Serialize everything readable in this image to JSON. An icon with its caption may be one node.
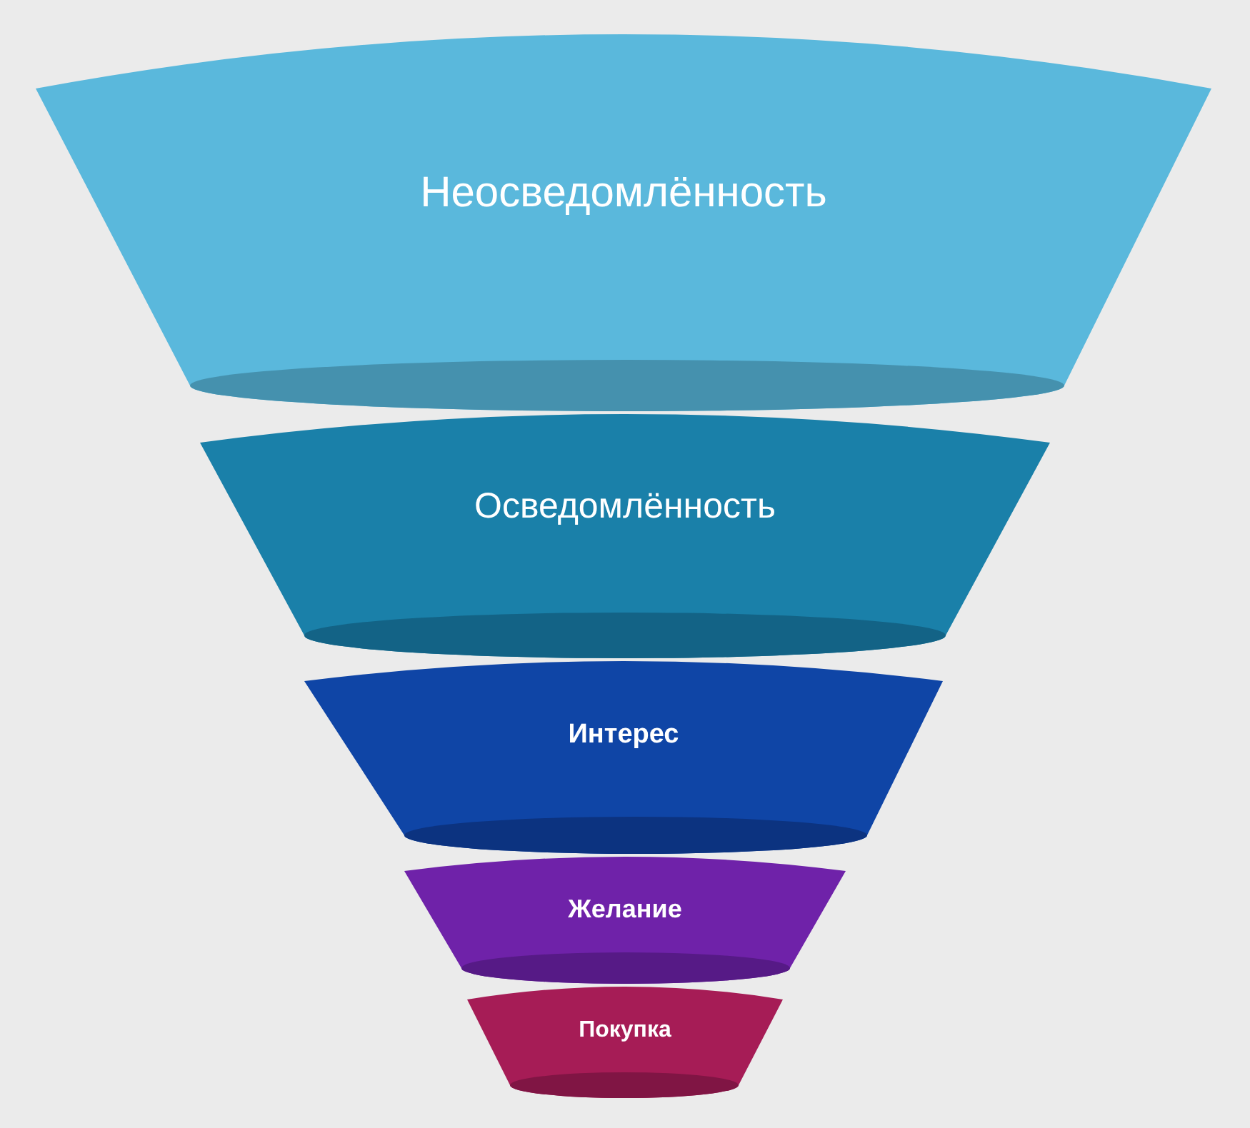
{
  "diagram": {
    "nodes": [
      {
        "text": [
          "Неосведомлённость"
        ]
      },
      {
        "text": [
          "Осведомлённость"
        ]
      },
      {
        "text": [
          "Интерес"
        ]
      },
      {
        "text": [
          "Желание"
        ]
      },
      {
        "text": [
          "Покупка"
        ]
      }
    ]
  }
}
